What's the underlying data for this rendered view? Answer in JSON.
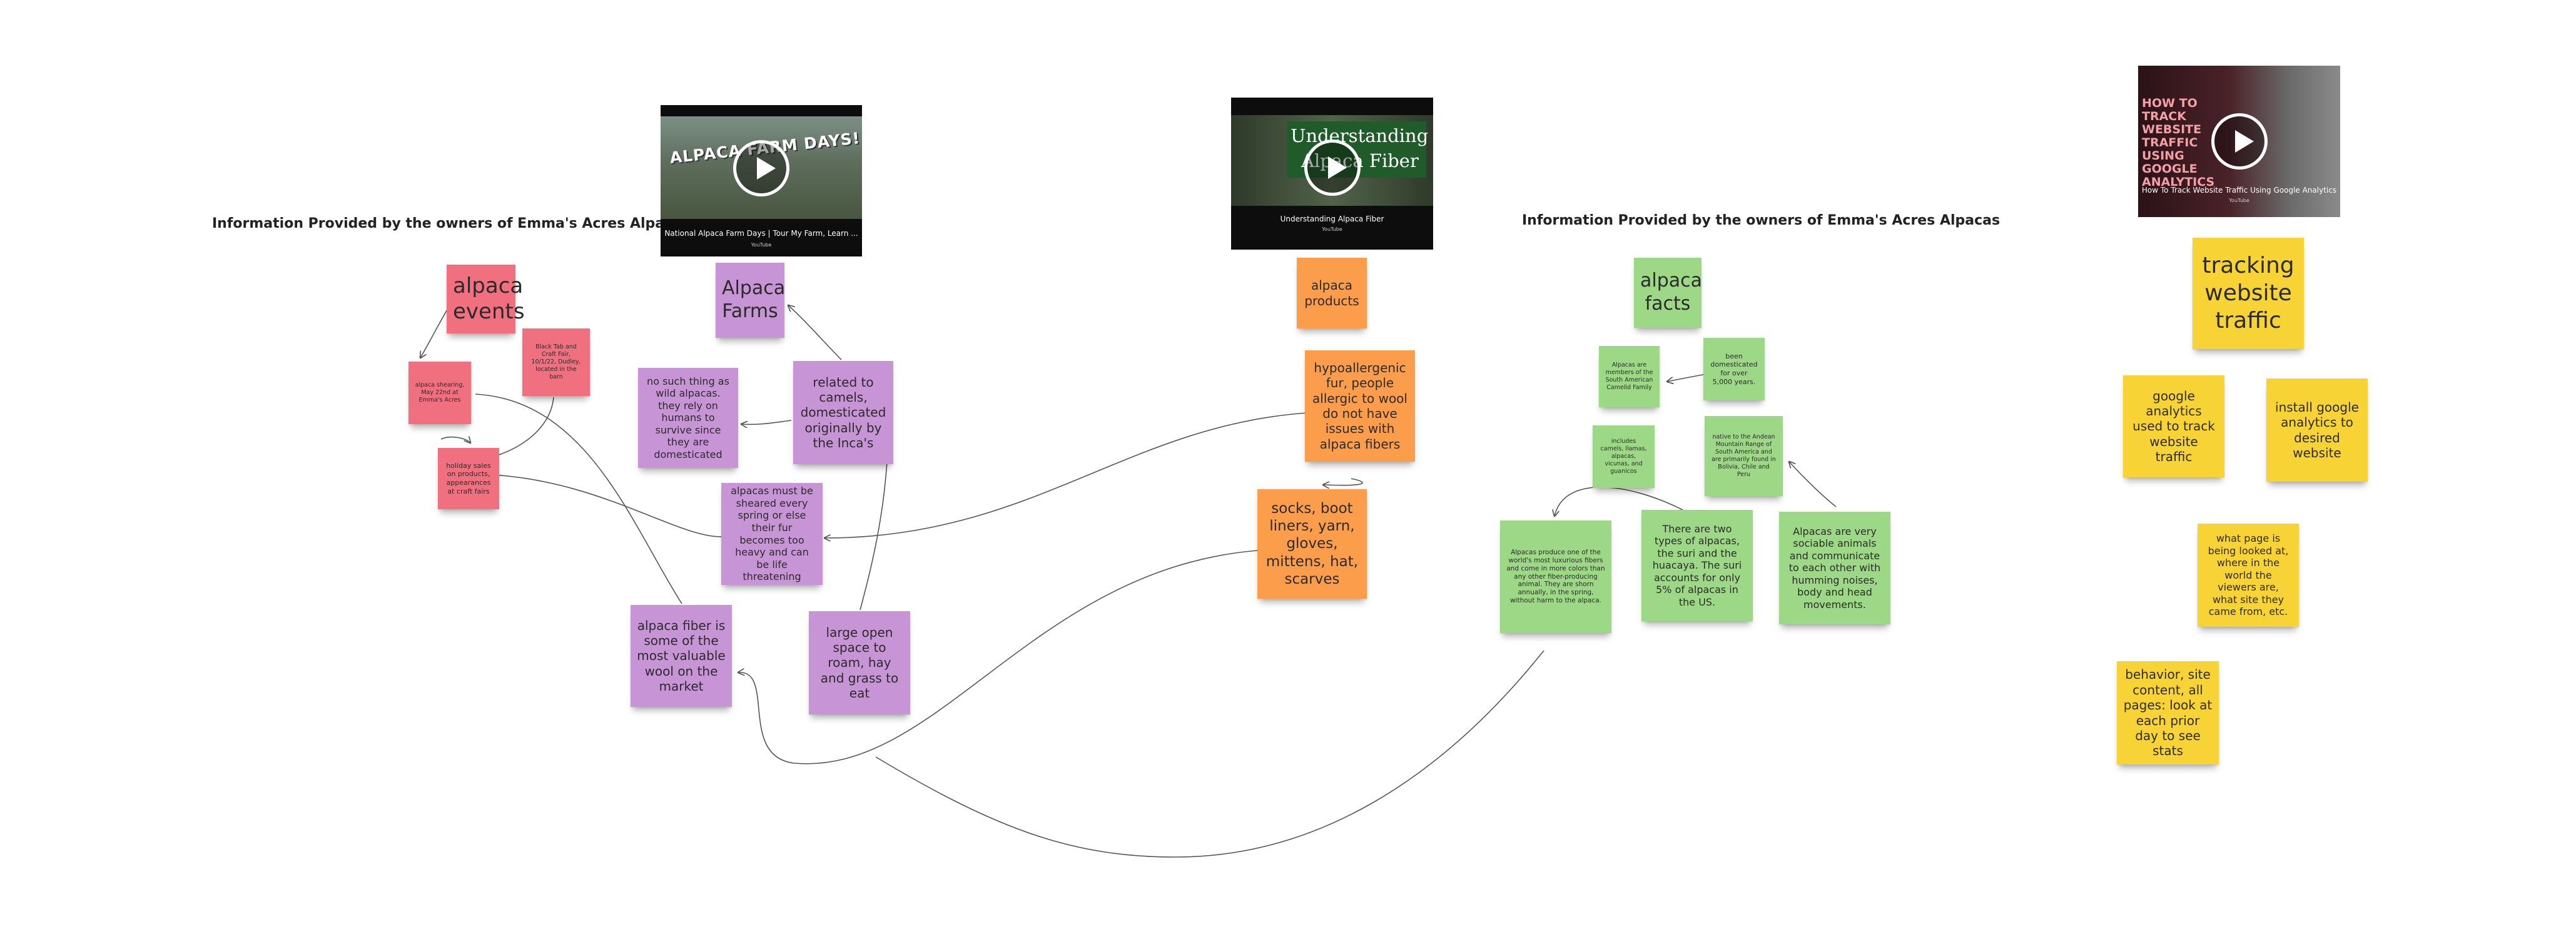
{
  "headings": {
    "left": "Information Provided by the owners of Emma's Acres Alpacas",
    "middle": "Information Provided by the owners of Emma's Acres Alpacas"
  },
  "videos": {
    "farm_days": {
      "overlay": "ALPACA FARM DAYS!",
      "title": "National Alpaca Farm Days | Tour My Farm, Learn ...",
      "source": "YouTube"
    },
    "fiber": {
      "overlay_line1": "Understanding",
      "overlay_line2": "Alpaca Fiber",
      "title": "Understanding Alpaca Fiber",
      "source": "YouTube"
    },
    "analytics": {
      "overlay_line1": "HOW TO TRACK",
      "overlay_line2": "WEBSITE",
      "overlay_line3": "TRAFFIC",
      "overlay_line4": "USING",
      "overlay_line5": "GOOGLE",
      "overlay_line6": "ANALYTICS",
      "title": "How To Track Website Traffic Using Google Analytics",
      "source": "YouTube"
    }
  },
  "notes": {
    "events": "alpaca events",
    "shearing": "alpaca shearing, May 22nd at Emma's Acres",
    "black_tab": "Black Tab and Craft Fair, 10/1/22, Dudley, located in the barn",
    "holiday": "holiday sales on products, appearances at craft fairs",
    "farms": "Alpaca Farms",
    "wild": "no such thing as wild alpacas. they rely on  humans to survive since they are domesticated",
    "camels": "related to camels, domesticated originally by the Inca's",
    "sheared": "alpacas must be sheared every spring or else their fur becomes too heavy and can be life threatening",
    "valuable": "alpaca fiber is some of the most valuable wool on the market",
    "open_space": "large open space to roam, hay and grass to eat",
    "products": "alpaca products",
    "hypo": "hypoallergenic fur, people allergic to wool do not have issues with alpaca fibers",
    "socks": "socks, boot liners, yarn, gloves, mittens, hat, scarves",
    "facts": "alpaca facts",
    "camelid": "Alpacas are members of the South American Camelid Family",
    "domesticated": "been domesticated for over 5,000 years.",
    "includes": "includes camels, llamas, alpacas, vicunas, and guanicos",
    "native": "native to the Andean Mountain Range of South America and are primarily found in Bolivia, Chile and Peru",
    "fibers": "Alpacas produce one of the world's most luxurious fibers and come in more colors than any other fiber-producing animal. They are shorn annually, in the spring, without harm to the alpaca.",
    "two_types": "There are two types of alpacas, the suri and the huacaya. The suri accounts for only 5% of alpacas in the US.",
    "social": "Alpacas are very sociable animals and communicate to each other with humming noises, body and head movements.",
    "tracking": "tracking website traffic",
    "google_used": "google analytics used to track website traffic",
    "install": "install google analytics to desired website",
    "what_page": "what page is being looked at, where in the world the viewers are, what site they came from, etc.",
    "behavior": "behavior, site content, all pages: look at each prior day to see stats"
  },
  "colors": {
    "pink": "#f0707f",
    "purple": "#c795d6",
    "orange": "#fb9d4b",
    "green": "#9dd887",
    "yellow": "#f7d336",
    "connector": "#555555"
  }
}
